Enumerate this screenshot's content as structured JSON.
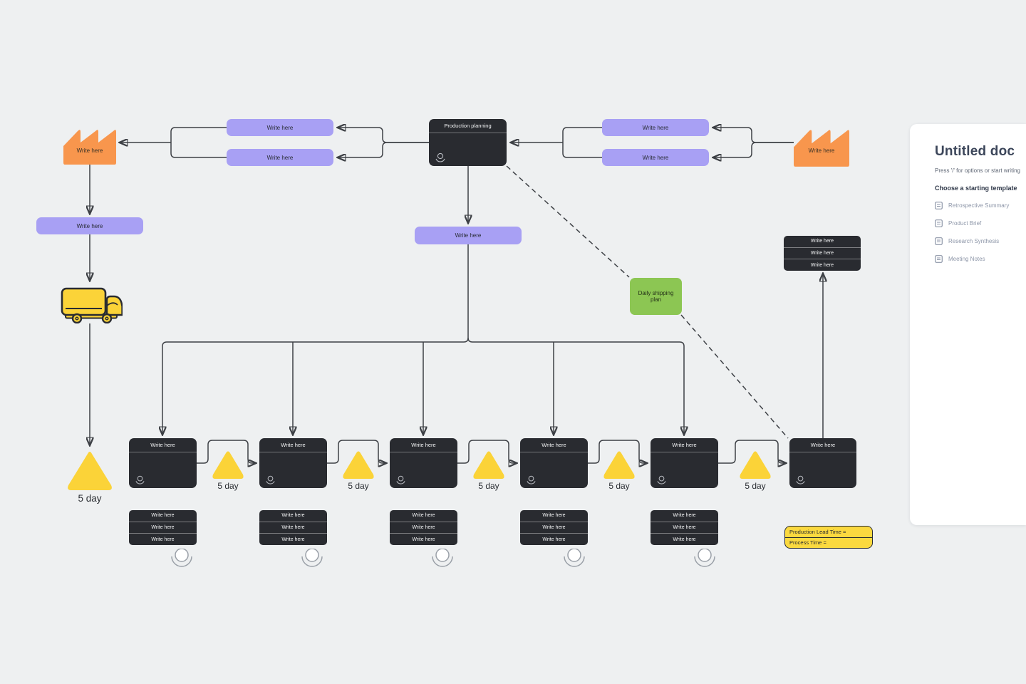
{
  "labels": {
    "write_here": "Write here",
    "production_planning": "Production planning",
    "daily_shipping_plan": "Daily shipping plan",
    "day": "5 day",
    "production_lead_time": "Production Lead Time =",
    "process_time": "Process Time ="
  },
  "colors": {
    "canvas": "#eef0f1",
    "purple": "#a8a0f4",
    "orange": "#f8964d",
    "yellow": "#fbd338",
    "green": "#8cc653",
    "dark": "#292b30",
    "connector": "#3d4045"
  },
  "panel": {
    "title": "Untitled doc",
    "hint": "Press '/' for options or start writing",
    "templates_heading": "Choose a starting template",
    "templates": [
      {
        "label": "Retrospective Summary"
      },
      {
        "label": "Product Brief"
      },
      {
        "label": "Research Synthesis"
      },
      {
        "label": "Meeting Notes"
      }
    ]
  }
}
